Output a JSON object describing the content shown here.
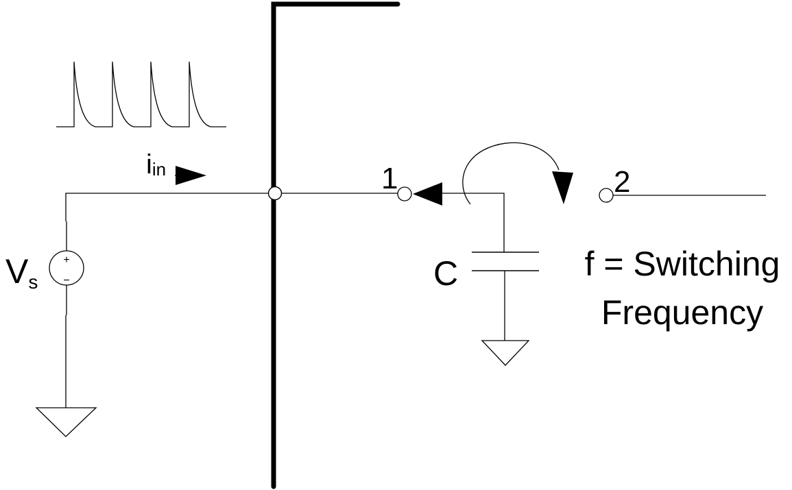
{
  "source": {
    "label_main": "V",
    "label_sub": "s",
    "plus": "+",
    "minus": "−"
  },
  "current": {
    "label_main": "i",
    "label_sub": "in"
  },
  "switch": {
    "terminal_1": "1",
    "terminal_2": "2"
  },
  "capacitor": {
    "label": "C"
  },
  "note": {
    "line1": "f = Switching",
    "line2": "Frequency"
  },
  "colors": {
    "ink": "#000000",
    "background": "#ffffff"
  }
}
